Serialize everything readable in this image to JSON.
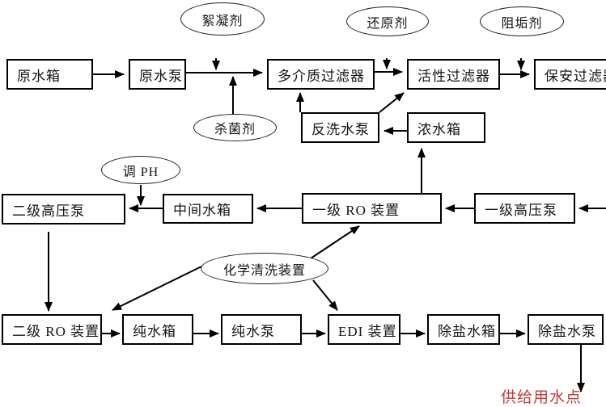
{
  "boxes": {
    "raw_water_tank": "原水箱",
    "raw_water_pump": "原水泵",
    "multi_media_filter": "多介质过滤器",
    "activated_filter": "活性过滤器",
    "security_filter": "保安过滤器",
    "backwash_pump": "反洗水泵",
    "concentrate_tank": "浓水箱",
    "stage2_hp_pump": "二级高压泵",
    "intermediate_tank": "中间水箱",
    "stage1_ro_unit": "一级 RO 装置",
    "stage1_hp_pump": "一级高压泵",
    "stage2_ro_unit": "二级 RO 装置",
    "pure_water_tank": "纯水箱",
    "pure_water_pump": "纯水泵",
    "edi_unit": "EDI 装置",
    "demin_water_tank": "除盐水箱",
    "demin_water_pump": "除盐水泵"
  },
  "ellipses": {
    "flocculant": "絮凝剂",
    "reducing_agent": "还原剂",
    "scale_inhibitor": "阻垢剂",
    "bactericide": "杀菌剂",
    "ph_adjust": "调 PH",
    "chemical_cleaning": "化学清洗装置"
  },
  "labels": {
    "supply_point": "供给用水点"
  },
  "colors": {
    "line": "#000000",
    "box_border": "#000000",
    "text": "#141414",
    "supply_point_text": "#c23b3b",
    "background": "#ffffff"
  }
}
